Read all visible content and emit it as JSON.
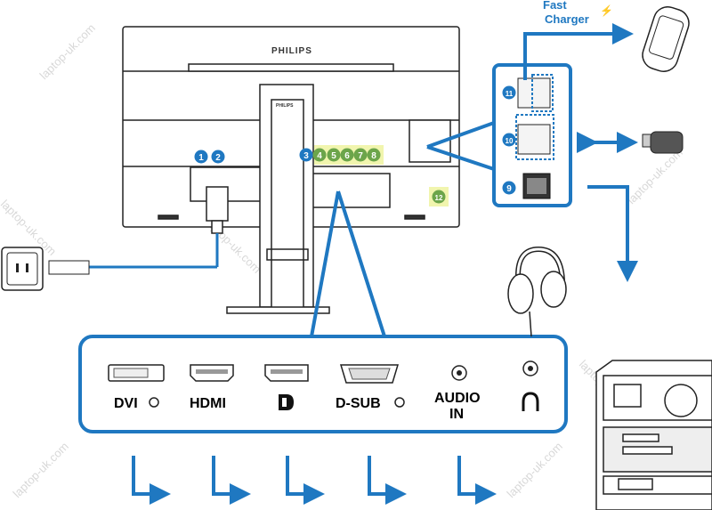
{
  "colors": {
    "accent": "#1f78c1",
    "badge_green": "#6ca54a",
    "highlight": "#eef29a",
    "line": "#222222"
  },
  "monitor": {
    "brand_logo": "PHILIPS",
    "stand_logo": "PHILIPS"
  },
  "badges": [
    "1",
    "2",
    "3",
    "4",
    "5",
    "6",
    "7",
    "8",
    "9",
    "10",
    "11",
    "12"
  ],
  "fast_charger": {
    "line1": "Fast",
    "line2": "Charger",
    "icon": "lightning-icon"
  },
  "connectors": [
    {
      "label": "DVI",
      "icon": "dvi-port-icon",
      "suffix_icon": "input-arrow-icon"
    },
    {
      "label": "HDMI",
      "icon": "hdmi-port-icon"
    },
    {
      "label": "",
      "icon": "displayport-port-icon",
      "logo": "displayport-logo"
    },
    {
      "label": "D-SUB",
      "icon": "vga-port-icon",
      "suffix_icon": "input-arrow-icon"
    },
    {
      "label": "AUDIO",
      "label2": "IN",
      "icon": "audio-in-jack-icon"
    },
    {
      "label": "",
      "icon": "headphone-jack-icon",
      "logo": "headphone-icon"
    }
  ],
  "usb_ports": [
    {
      "badge": "11",
      "icon": "usb-fast-charge-port-icon"
    },
    {
      "badge": "10",
      "icon": "usb-port-icon"
    },
    {
      "badge": "9",
      "icon": "usb-upstream-port-icon"
    }
  ],
  "devices": [
    "smartphone-icon",
    "usb-flash-drive-icon",
    "headphones-icon",
    "pc-tower-icon",
    "power-outlet-icon",
    "power-plug-icon"
  ],
  "watermark": "laptop-uk.com"
}
